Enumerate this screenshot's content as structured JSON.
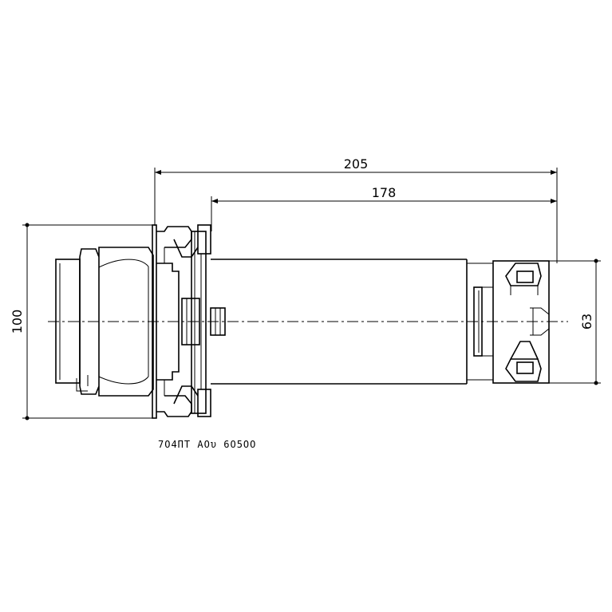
{
  "dimensions": {
    "overall_length": "205",
    "body_length": "178",
    "flange_diameter": "100",
    "head_diameter": "63"
  },
  "part_number": "7Ο4ΠΤ ΑΟυ 6Ο5ΟΟ"
}
